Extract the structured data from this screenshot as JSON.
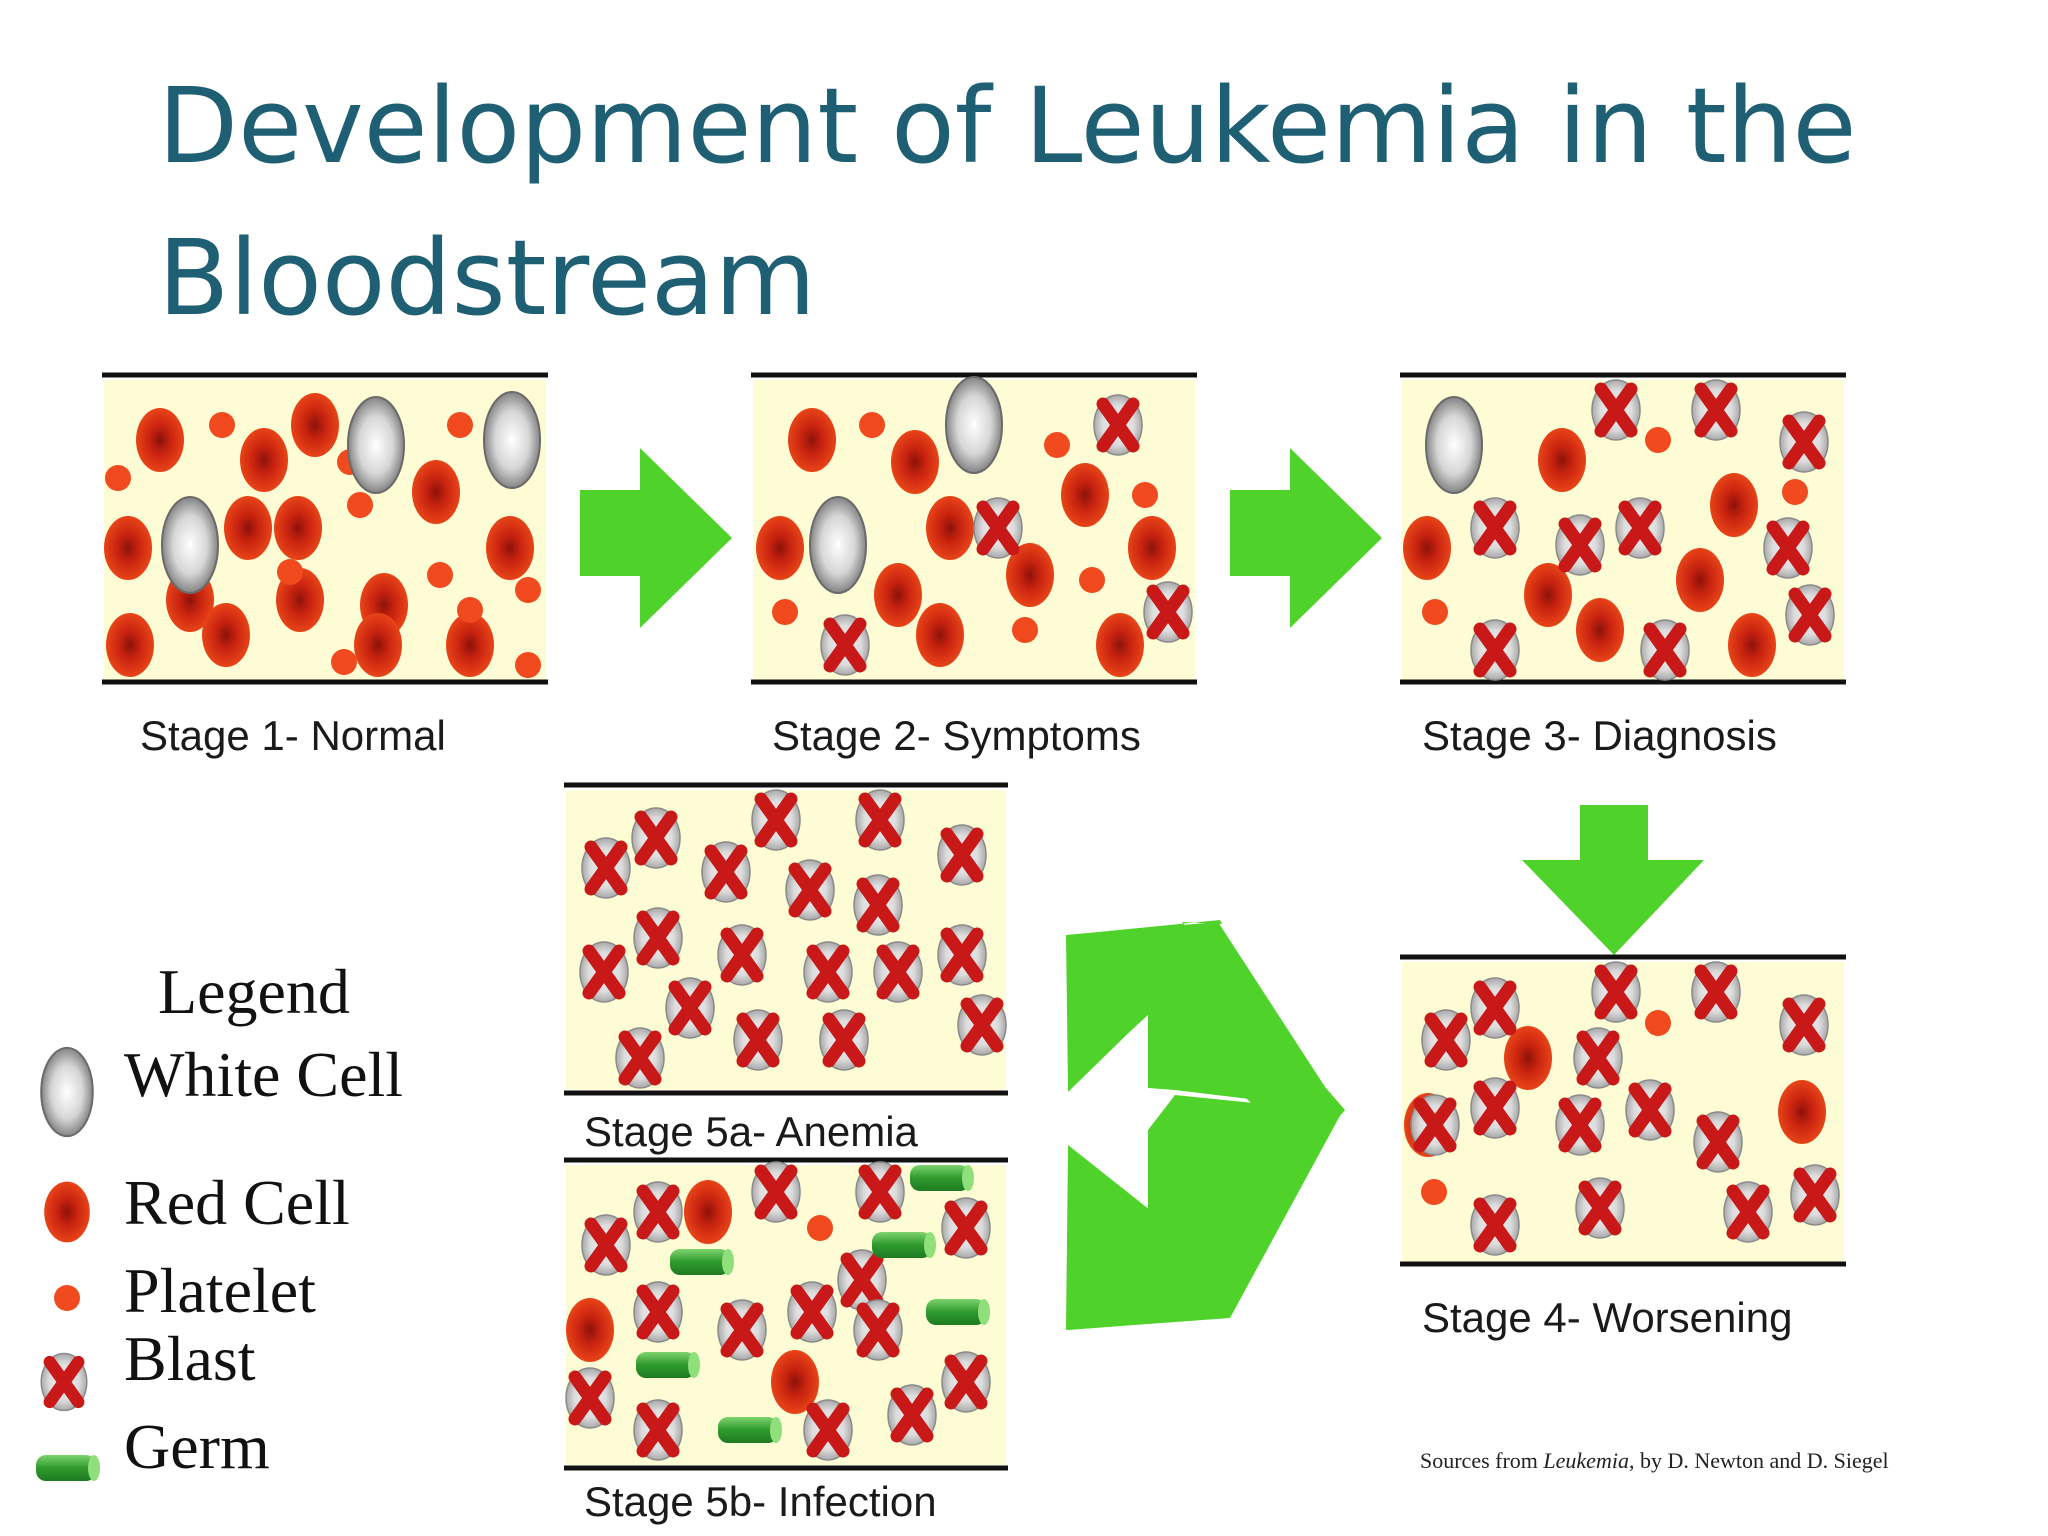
{
  "title": "Development of Leukemia in the Bloodstream",
  "stages": [
    {
      "id": "s1",
      "label": "Stage 1- Normal"
    },
    {
      "id": "s2",
      "label": "Stage 2- Symptoms"
    },
    {
      "id": "s3",
      "label": "Stage 3- Diagnosis"
    },
    {
      "id": "s4",
      "label": "Stage 4- Worsening"
    },
    {
      "id": "s5a",
      "label": "Stage 5a- Anemia"
    },
    {
      "id": "s5b",
      "label": "Stage 5b- Infection"
    }
  ],
  "legend": {
    "title": "Legend",
    "items": [
      {
        "type": "white",
        "label": "White Cell"
      },
      {
        "type": "red",
        "label": "Red Cell"
      },
      {
        "type": "platelet",
        "label": "Platelet"
      },
      {
        "type": "blast",
        "label": "Blast"
      },
      {
        "type": "germ",
        "label": "Germ"
      }
    ]
  },
  "source": {
    "prefix": "Sources from ",
    "book": "Leukemia",
    "suffix": ", by D. Newton and D. Siegel"
  },
  "colors": {
    "title": "#1f5f73",
    "panel_bg": "#fefcd4",
    "red_cell": "#e83a16",
    "red_cell_center": "#a01a10",
    "platelet": "#f04a1e",
    "blast_x": "#c81818",
    "arrow": "#4fd32a",
    "germ": "#3aa83a",
    "white_cell": "#b8b8b8"
  }
}
